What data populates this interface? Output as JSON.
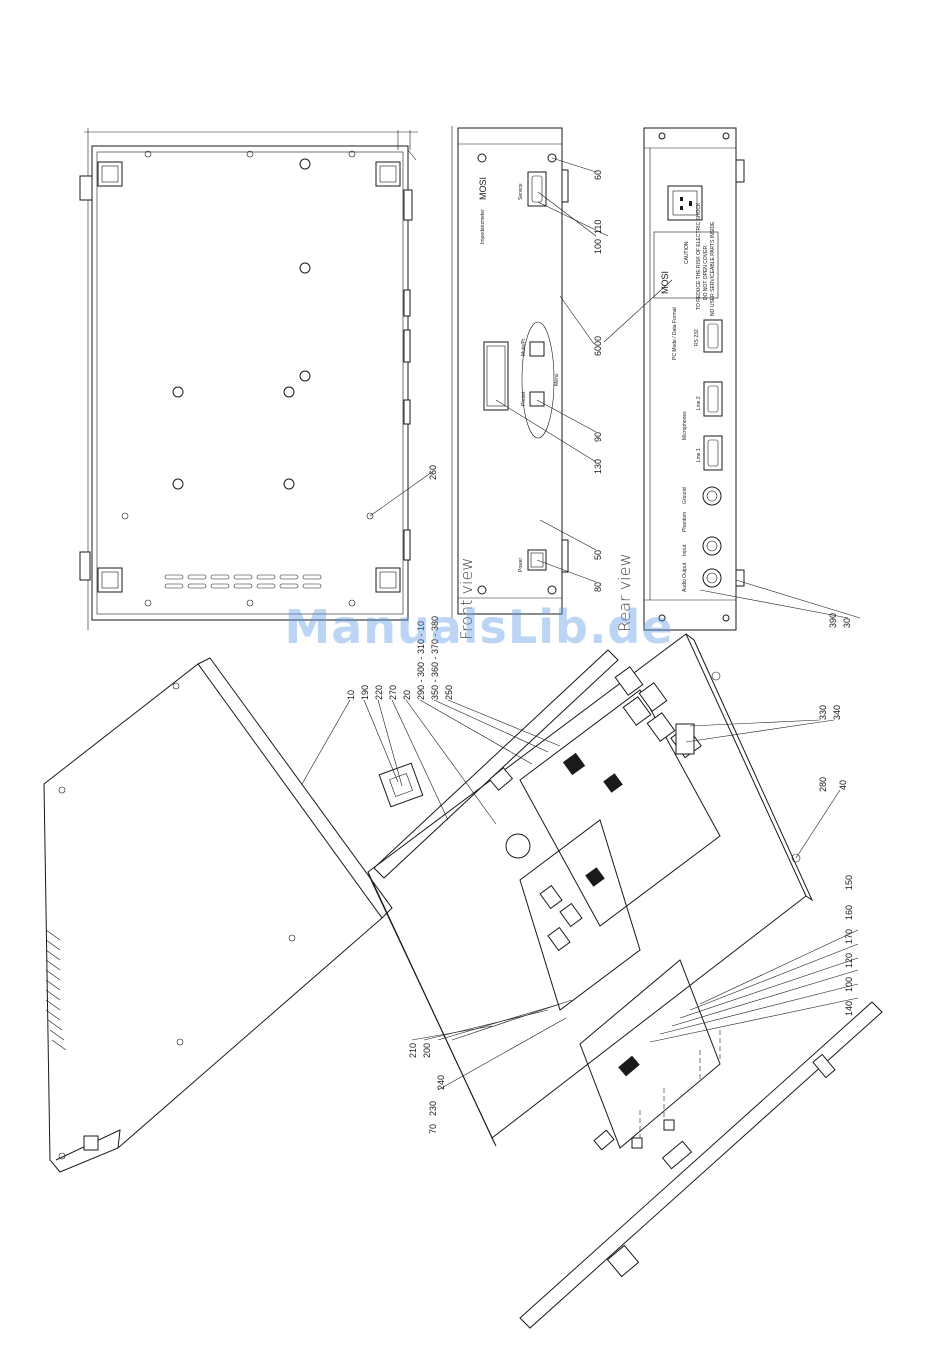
{
  "watermark": {
    "text": "ManualsLib.de",
    "color": "#5a96e6"
  },
  "views": {
    "front": "Front view",
    "rear": "Rear view"
  },
  "front_panel": {
    "brand": "MOSI",
    "model": "Impedanzmeter",
    "service": "Service",
    "power": "Power",
    "menu": "Menu",
    "preset": "Preset",
    "mute": "Mute/Pr."
  },
  "rear_panel": {
    "caution": "CAUTION",
    "caution_lines": [
      "TO REDUCE THE RISK OF ELECTRIC SHOCK",
      "DO NOT OPEN COVER",
      "NO USER SERVICEABLE PARTS INSIDE"
    ],
    "pc_mode": "PC Mode / Data Format",
    "rs": "RS 232",
    "microphones": "Microphones",
    "line1": "Line 1",
    "line2": "Line 2",
    "audio_output": "Audio Output",
    "input": "Input",
    "phantom": "Phantom",
    "ground": "Ground"
  },
  "callouts": {
    "top": [
      "260"
    ],
    "front": [
      "60",
      "100",
      "110",
      "6000",
      "90",
      "130",
      "50",
      "80"
    ],
    "rear": [
      "30",
      "390"
    ],
    "exploded": [
      "10",
      "190",
      "220",
      "270",
      "20",
      "290 - 300 - 310 - 10",
      "350 - 360 - 370 - 380",
      "250",
      "330",
      "340",
      "280",
      "40",
      "150",
      "160",
      "170",
      "120",
      "100",
      "140",
      "210",
      "200",
      "240",
      "230",
      "70"
    ]
  }
}
